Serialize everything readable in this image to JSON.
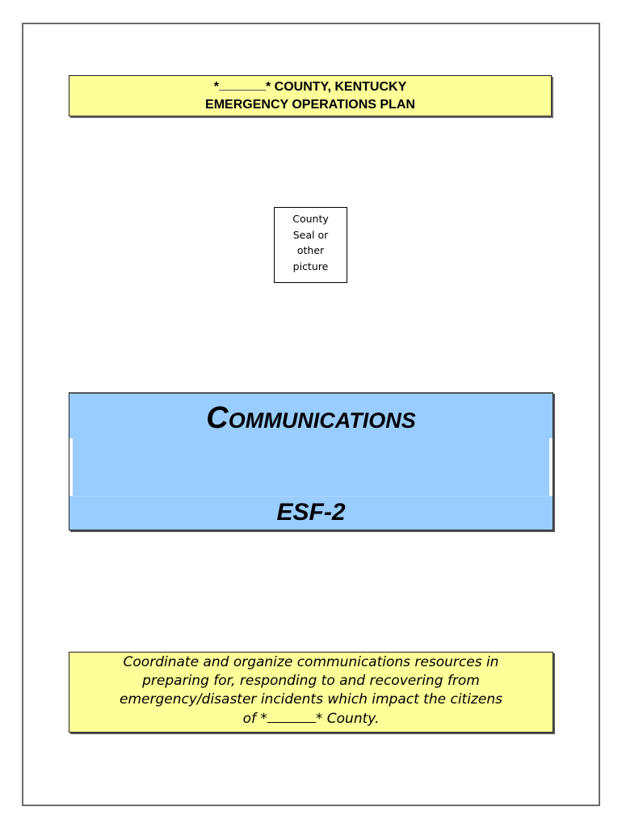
{
  "header": {
    "line1_prefix": "*",
    "line1_suffix": "* COUNTY, KENTUCKY",
    "line2": "EMERGENCY OPERATIONS PLAN"
  },
  "seal_placeholder": {
    "lines": [
      "County",
      "Seal or",
      "other",
      "picture"
    ]
  },
  "section": {
    "title": "Communications",
    "code": "ESF-2"
  },
  "mission": {
    "lines": [
      "Coordinate and organize communications resources in",
      "preparing for, responding to and recovering from",
      "emergency/disaster incidents which impact the citizens"
    ],
    "last_line_prefix": "of *",
    "last_line_suffix": "* County."
  },
  "colors": {
    "header_fill": "#ffff99",
    "section_fill": "#99ccff",
    "page_border": "#6b6b6b"
  }
}
